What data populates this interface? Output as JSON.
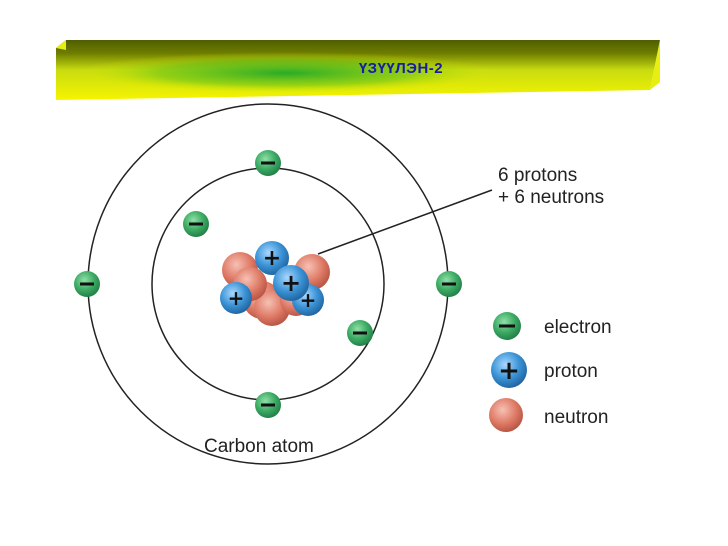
{
  "slide": {
    "title": "ҮЗҮҮЛЭН-2"
  },
  "diagram": {
    "nucleus_callout_line1": "6 protons",
    "nucleus_callout_line2": "+ 6 neutrons",
    "caption": "Carbon atom",
    "legend": [
      {
        "label": "electron",
        "symbol": "−",
        "icon": "electron-icon"
      },
      {
        "label": "proton",
        "symbol": "+",
        "icon": "proton-icon"
      },
      {
        "label": "neutron",
        "symbol": "",
        "icon": "neutron-icon"
      }
    ],
    "colors": {
      "electron": "#2e9a5a",
      "proton": "#2f86c9",
      "neutron": "#d9705f",
      "banner_dark": "#5a6b00",
      "banner_light": "#f2f000",
      "banner_green": "#2fb02a"
    }
  }
}
